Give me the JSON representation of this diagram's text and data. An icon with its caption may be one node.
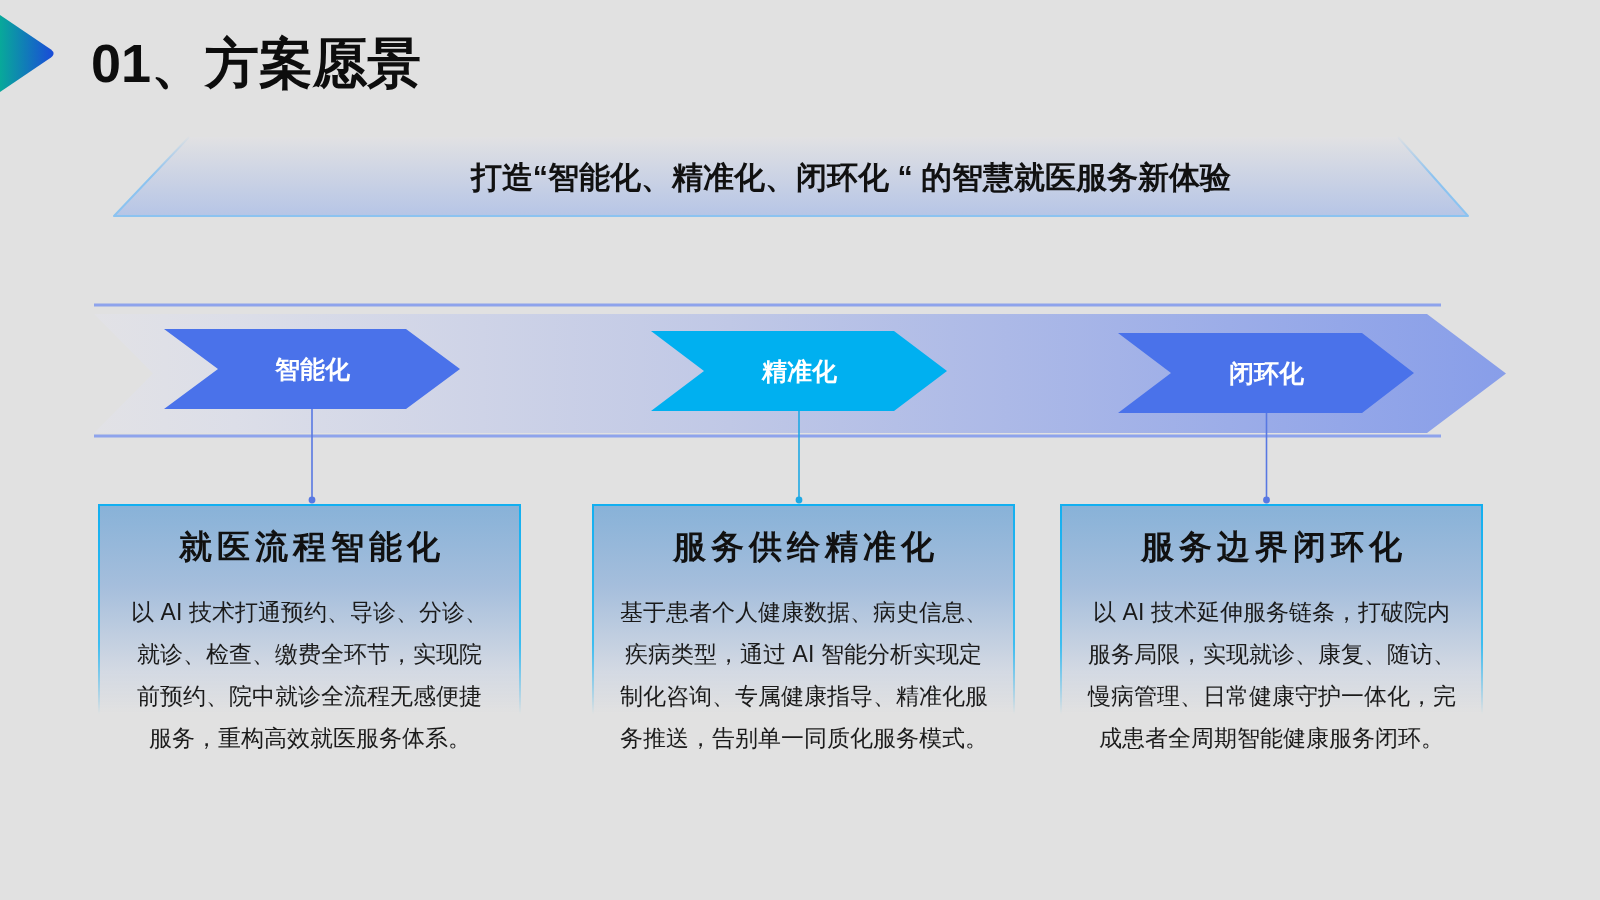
{
  "diagram": {
    "title": "01、方案愿景",
    "nodes": [
      {
        "text": [
          "打造“智能化、精准化、闭环化 “ 的智慧就医服务新体验"
        ]
      },
      {
        "text": [
          "智能化"
        ]
      },
      {
        "text": [
          "精准化"
        ]
      },
      {
        "text": [
          "闭环化"
        ]
      },
      {
        "text": [
          "就医流程智能化",
          "以 AI 技术打通预约、导诊、分诊、就诊、检查、缴费全环节，实现院前预约、院中就诊全流程无感便捷服务，重构高效就医服务体系。"
        ]
      },
      {
        "text": [
          "服务供给精准化",
          "基于患者个人健康数据、病史信息、疾病类型，通过 AI 智能分析实现定制化咨询、专属健康指导、精准化服务推送，告别单一同质化服务模式。"
        ]
      },
      {
        "text": [
          "服务边界闭环化",
          "以 AI 技术延伸服务链条，打破院内服务局限，实现就诊、康复、随访、慢病管理、日常健康守护一体化，完成患者全周期智能健康服务闭环。"
        ]
      }
    ],
    "edges": [
      {
        "from": 1,
        "to": 4,
        "arrow": "other"
      },
      {
        "from": 2,
        "to": 5,
        "arrow": "other",
        "color": "#1fa9e4"
      },
      {
        "from": 3,
        "to": 6,
        "arrow": "other"
      }
    ]
  }
}
